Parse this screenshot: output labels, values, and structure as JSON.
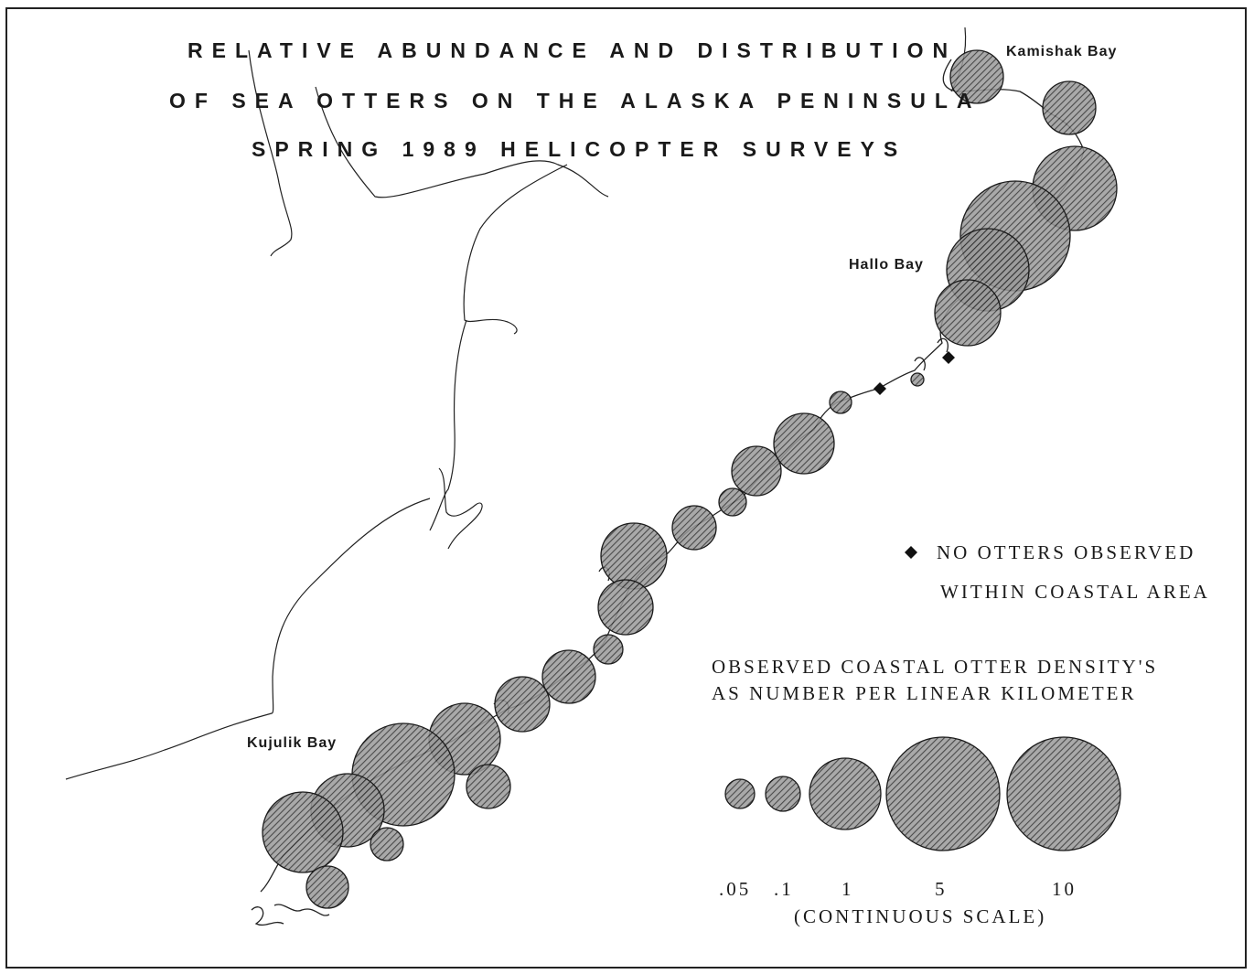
{
  "map": {
    "title_lines": [
      "RELATIVE ABUNDANCE AND DISTRIBUTION",
      "OF SEA OTTERS ON THE ALASKA PENINSULA",
      "SPRING 1989 HELICOPTER SURVEYS"
    ],
    "places": {
      "kamishak": "Kamishak Bay",
      "hallo": "Hallo Bay",
      "kujulik": "Kujulik Bay"
    },
    "legend": {
      "no_otters_line1": "NO OTTERS OBSERVED",
      "no_otters_line2": "WITHIN COASTAL AREA",
      "density_line1": "OBSERVED COASTAL OTTER DENSITY'S",
      "density_line2": "AS NUMBER PER LINEAR KILOMETER",
      "scale_values": [
        ".05",
        ".1",
        "1",
        "5",
        "10"
      ],
      "scale_note": "(CONTINUOUS SCALE)"
    },
    "colors": {
      "ink": "#1a1a1a",
      "hatch": "#3a3a3a",
      "background": "#ffffff"
    }
  }
}
